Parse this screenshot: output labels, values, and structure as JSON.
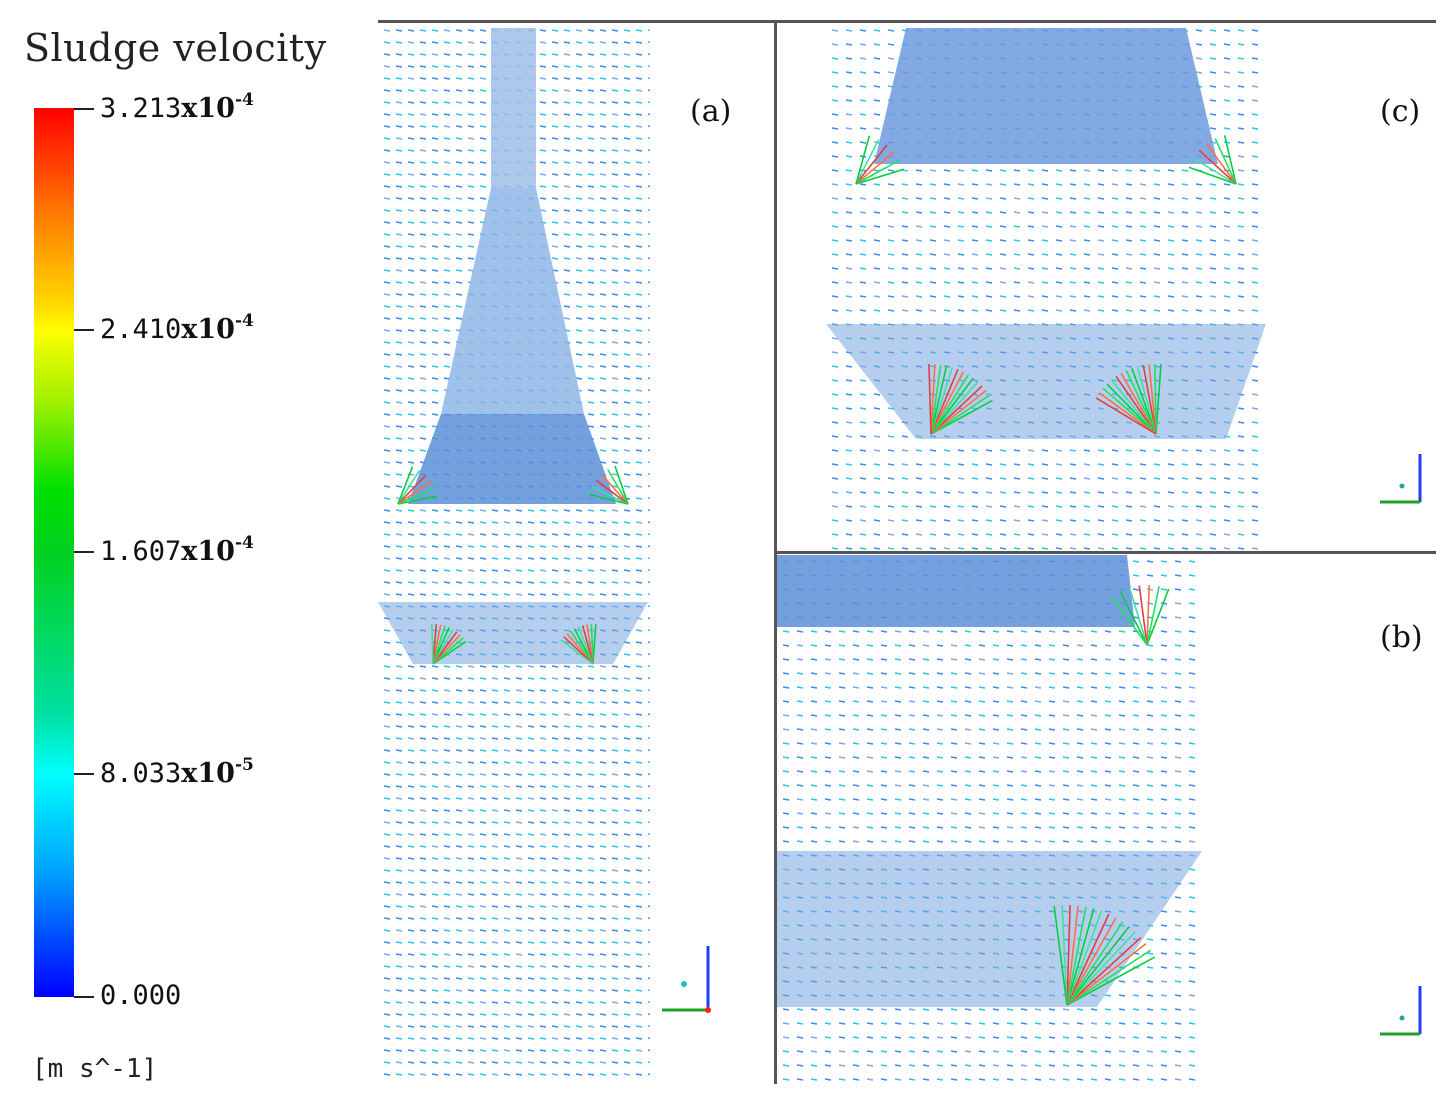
{
  "legend": {
    "title": "Sludge velocity",
    "ticks": [
      {
        "mantissa": "3.213",
        "exponent": "-4"
      },
      {
        "mantissa": "2.410",
        "exponent": "-4"
      },
      {
        "mantissa": "1.607",
        "exponent": "-4"
      },
      {
        "mantissa": "8.033",
        "exponent": "-5"
      },
      {
        "mantissa": "0.000",
        "exponent": ""
      }
    ],
    "multiplier_text": "x10",
    "unit": "[m s^-1]",
    "colors": [
      "#ff0000",
      "#ff7a00",
      "#ffff00",
      "#00e000",
      "#00ffff",
      "#0050ff",
      "#0000ff"
    ]
  },
  "panels": {
    "a": {
      "label": "(a)"
    },
    "b": {
      "label": "(b)"
    },
    "c": {
      "label": "(c)"
    }
  },
  "axis_triad": {
    "x_color": "#ff2020",
    "y_color": "#20a020",
    "z_color": "#2040ff"
  }
}
